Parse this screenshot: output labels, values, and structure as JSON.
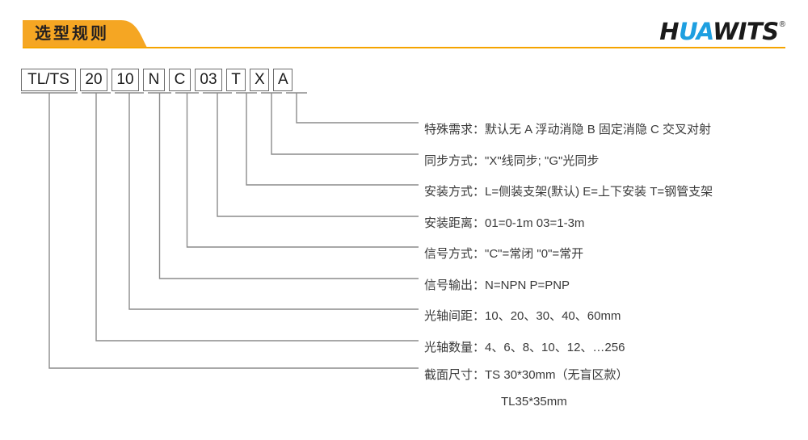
{
  "header": {
    "banner_title": "选型规则",
    "banner_color": "#f5a623",
    "rule_color": "#f5a400",
    "logo": {
      "part1": "H",
      "part2": "UA",
      "part3": "WITS",
      "registered": "®",
      "accent_color": "#1e9fe0",
      "text_color": "#1a1a1a"
    }
  },
  "code_boxes": [
    {
      "id": "series",
      "label": "TL/TS"
    },
    {
      "id": "beam-count",
      "label": "20"
    },
    {
      "id": "beam-pitch",
      "label": "10"
    },
    {
      "id": "signal-output",
      "label": "N"
    },
    {
      "id": "signal-mode",
      "label": "C"
    },
    {
      "id": "distance",
      "label": "03"
    },
    {
      "id": "mounting",
      "label": "T"
    },
    {
      "id": "sync-mode",
      "label": "X"
    },
    {
      "id": "special",
      "label": "A"
    }
  ],
  "descriptions": [
    {
      "id": "special",
      "label": "特殊需求：",
      "value": "默认无  A 浮动消隐  B 固定消隐  C 交叉对射"
    },
    {
      "id": "sync-mode",
      "label": "同步方式：",
      "value": "\"X\"线同步; \"G\"光同步"
    },
    {
      "id": "mounting",
      "label": "安装方式：",
      "value": "L=侧装支架(默认)  E=上下安装  T=钢管支架"
    },
    {
      "id": "distance",
      "label": "安装距离：",
      "value": "01=0-1m  03=1-3m"
    },
    {
      "id": "signal-mode",
      "label": "信号方式：",
      "value": "\"C\"=常闭 \"0\"=常开"
    },
    {
      "id": "signal-output",
      "label": "信号输出：",
      "value": "N=NPN  P=PNP"
    },
    {
      "id": "beam-pitch",
      "label": "光轴间距：",
      "value": "10、20、30、40、60mm"
    },
    {
      "id": "beam-count",
      "label": "光轴数量：",
      "value": "4、6、8、10、12、…256"
    },
    {
      "id": "series",
      "label": "截面尺寸：",
      "value": "TS 30*30mm（无盲区款）"
    }
  ],
  "extra_line": "TL35*35mm",
  "line_color": "#8c8c8c"
}
